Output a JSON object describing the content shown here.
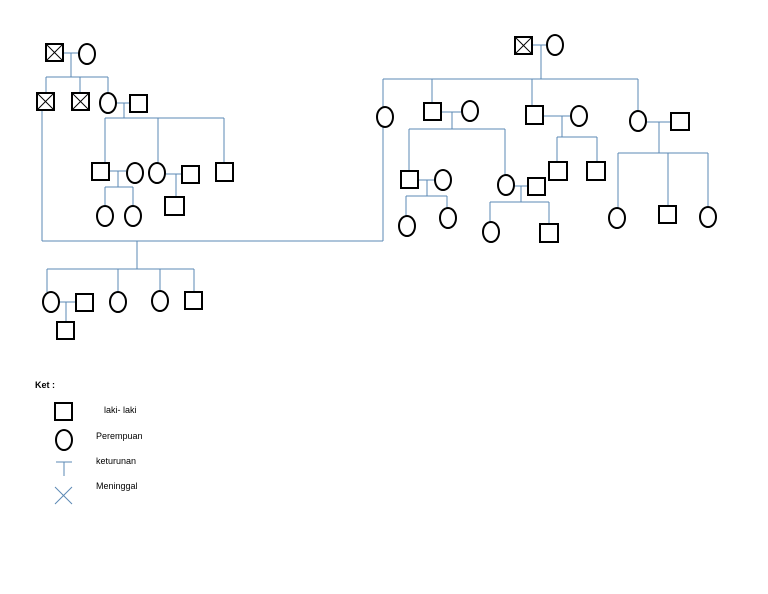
{
  "legend": {
    "title": "Ket :",
    "items": [
      {
        "symbol": "square",
        "label": "laki- laki"
      },
      {
        "symbol": "circle",
        "label": "Perempuan"
      },
      {
        "symbol": "descent",
        "label": "keturunan"
      },
      {
        "symbol": "cross",
        "label": "Meninggal"
      }
    ]
  },
  "colors": {
    "line": "#5b88b4",
    "outline": "#000000",
    "background": "#ffffff"
  }
}
